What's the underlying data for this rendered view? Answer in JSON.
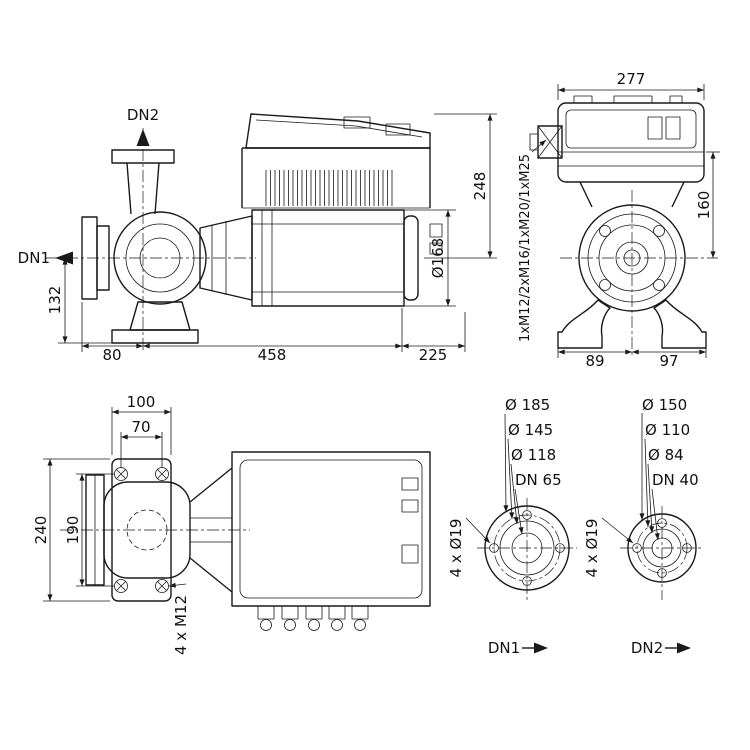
{
  "side_view": {
    "port_top": "DN2",
    "port_left": "DN1",
    "dim_axis_height": "132",
    "dim_flange_to_axis": "80",
    "dim_length": "458",
    "dim_overhang": "225",
    "dim_total_height": "248",
    "dim_motor_dia": "Ø168"
  },
  "front_view": {
    "dim_width": "277",
    "dim_top_height": "160",
    "dim_foot_left": "89",
    "dim_foot_right": "97",
    "cable_glands": "1xM12/2xM16/1xM20/1xM25"
  },
  "plan_view": {
    "dim_foot_width": "100",
    "dim_bolt_span_w": "70",
    "dim_foot_length": "240",
    "dim_bolt_span_l": "190",
    "foot_bolts": "4 x M12"
  },
  "flange_dn1": {
    "dim_outer": "Ø 185",
    "dim_bolt_circle": "Ø 145",
    "dim_face": "Ø 118",
    "dim_nominal": "DN 65",
    "bolt_holes": "4 x Ø19",
    "label": "DN1"
  },
  "flange_dn2": {
    "dim_outer": "Ø 150",
    "dim_bolt_circle": "Ø 110",
    "dim_face": "Ø 84",
    "dim_nominal": "DN 40",
    "bolt_holes": "4 x Ø19",
    "label": "DN2"
  },
  "colors": {
    "line": "#1a1a1a",
    "background": "#ffffff"
  }
}
